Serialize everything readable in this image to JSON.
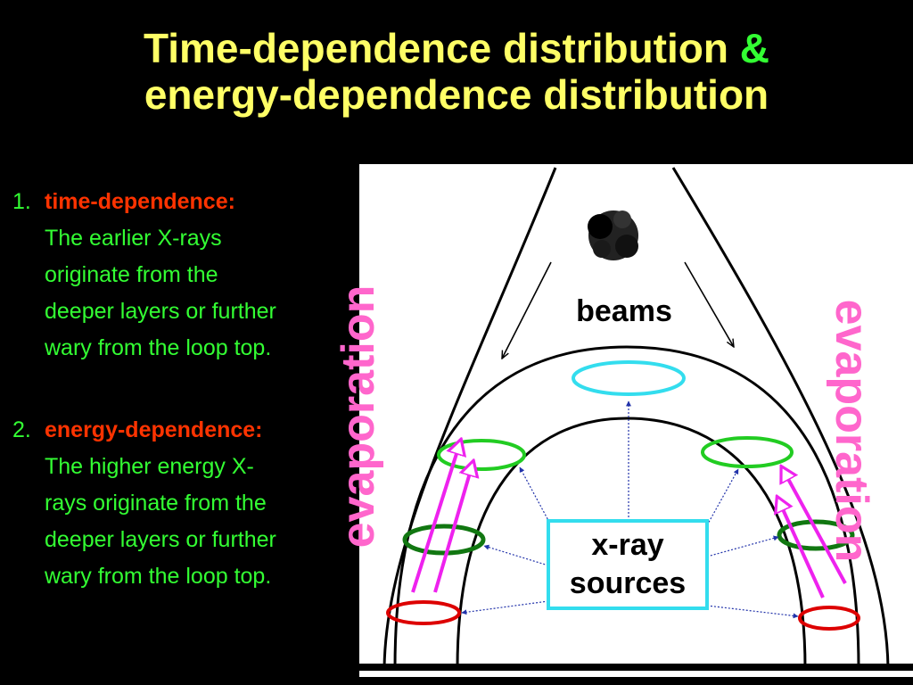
{
  "title": {
    "line1": "Time-dependence distribution ",
    "amp": "&",
    "line2": "energy-dependence distribution"
  },
  "items": [
    {
      "number": "1.",
      "heading": "time-dependence:",
      "lines": [
        "The earlier X-rays",
        "originate from the",
        "deeper layers or further",
        "wary from the loop top."
      ]
    },
    {
      "number": "2.",
      "heading": "energy-dependence:",
      "lines": [
        "The higher energy X-",
        "rays originate from the",
        "deeper layers or further",
        "wary from the loop top."
      ]
    }
  ],
  "diagram": {
    "beams_label": "beams",
    "xray_line1": "x-ray",
    "xray_line2": "sources",
    "evaporation_left": "evaporation",
    "evaporation_right": "evaporation"
  },
  "colors": {
    "title": "#ffff66",
    "accent_green": "#33ff33",
    "heading_red": "#ff3300",
    "evaporation_pink": "#ff66cc",
    "source_cyan": "#33ddee",
    "loop_green": "#22cc22",
    "dark_green": "#117711",
    "ring_red": "#dd0000",
    "arrow_magenta": "#ee22ee"
  }
}
